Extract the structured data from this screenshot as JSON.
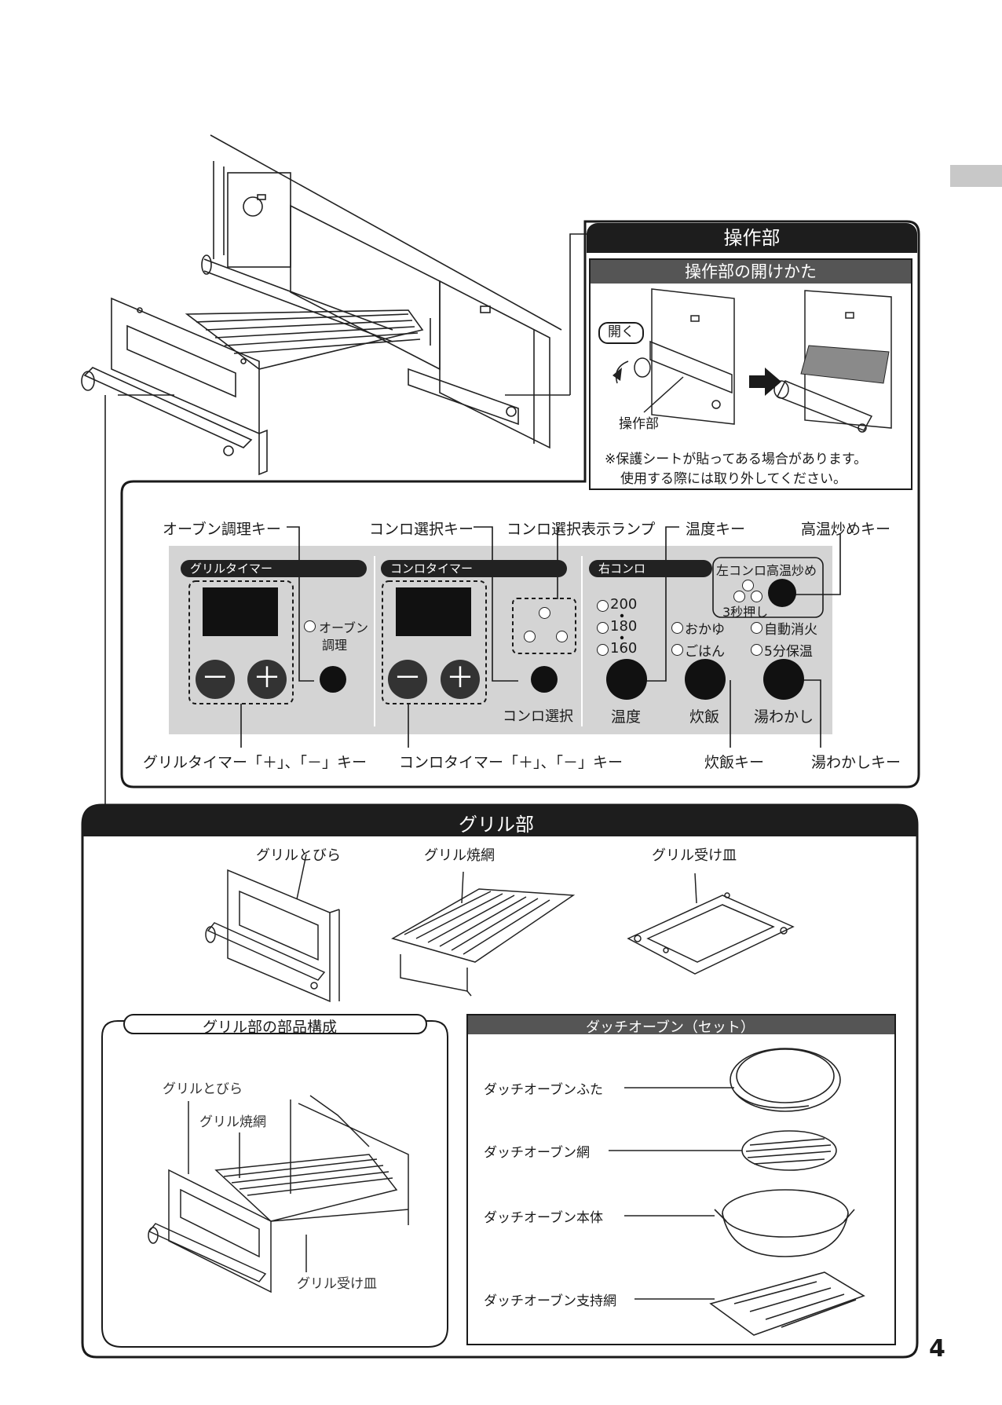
{
  "page_number": "4",
  "operation": {
    "title": "操作部",
    "open_title": "操作部の開けかた",
    "open_badge": "開く",
    "part_label": "操作部",
    "note_line1": "※保護シートが貼ってある場合があります。",
    "note_line2": "使用する際には取り外してください。"
  },
  "panel": {
    "callouts": {
      "oven_key": "オーブン調理キー",
      "stove_select_key": "コンロ選択キー",
      "stove_lamp": "コンロ選択表示ランプ",
      "temp_key": "温度キー",
      "high_heat_key": "高温炒めキー",
      "grill_timer_keys": "グリルタイマー「＋」、「－」キー",
      "stove_timer_keys": "コンロタイマー「＋」、「－」キー",
      "rice_key": "炊飯キー",
      "boil_key": "湯わかしキー"
    },
    "grill_timer": "グリルタイマー",
    "stove_timer": "コンロタイマー",
    "right_stove": "右コンロ",
    "left_high_heat": "左コンロ高温炒め",
    "press_3s": "3秒押し",
    "oven_line1": "オーブン",
    "oven_line2": "調理",
    "minus": "－",
    "plus": "＋",
    "stove_select": "コンロ選択",
    "temp_200": "200",
    "temp_180": "180",
    "temp_160": "160",
    "okayu": "おかゆ",
    "gohan": "ごはん",
    "auto_off": "自動消火",
    "keep_warm": "5分保温",
    "temp": "温度",
    "rice": "炊飯",
    "boil": "湯わかし"
  },
  "grill": {
    "title": "グリル部",
    "door": "グリルとびら",
    "grate": "グリル焼網",
    "pan": "グリル受け皿",
    "parts_title": "グリル部の部品構成",
    "parts_door": "グリルとびら",
    "parts_grate": "グリル焼網",
    "parts_pan": "グリル受け皿",
    "dutch_title": "ダッチオーブン（セット）",
    "dutch_lid": "ダッチオーブンふた",
    "dutch_net": "ダッチオーブン網",
    "dutch_body": "ダッチオーブン本体",
    "dutch_support": "ダッチオーブン支持網"
  }
}
